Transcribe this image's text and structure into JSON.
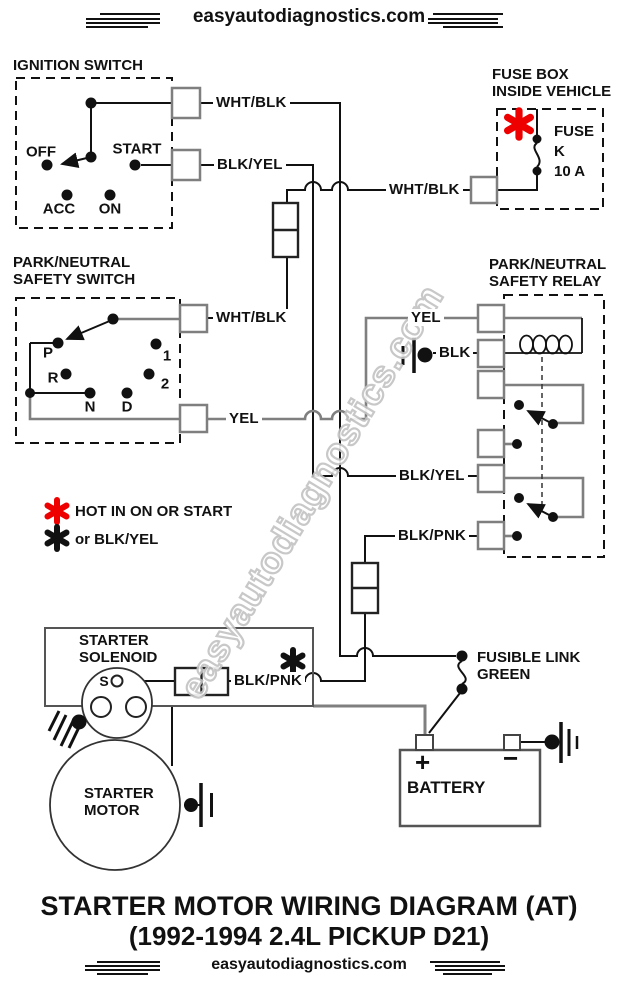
{
  "site": {
    "name": "easyautodiagnostics.com"
  },
  "watermark": {
    "text": "easyautodiagnostics.com"
  },
  "doc_title": {
    "line1": "STARTER MOTOR WIRING DIAGRAM (AT)",
    "line2": "(1992-1994 2.4L PICKUP D21)"
  },
  "ignition": {
    "title": "IGNITION SWITCH",
    "off": "OFF",
    "acc": "ACC",
    "on": "ON",
    "start": "START",
    "wire_whtblk": "WHT/BLK",
    "wire_blkyel": "BLK/YEL"
  },
  "fusebox": {
    "title1": "FUSE BOX",
    "title2": "INSIDE VEHICLE",
    "fuse1": "FUSE",
    "fuse2": "K",
    "fuse3": "10 A",
    "wire_whtblk": "WHT/BLK"
  },
  "pns": {
    "title1": "PARK/NEUTRAL",
    "title2": "SAFETY SWITCH",
    "p": "P",
    "r": "R",
    "n": "N",
    "d": "D",
    "g1": "1",
    "g2": "2",
    "wire_whtblk": "WHT/BLK",
    "wire_yel": "YEL"
  },
  "relay": {
    "title1": "PARK/NEUTRAL",
    "title2": "SAFETY RELAY",
    "wire_yel": "YEL",
    "wire_blk": "BLK",
    "wire_blkyel": "BLK/YEL",
    "wire_blkpnk": "BLK/PNK"
  },
  "legend": {
    "hot": "HOT IN ON OR START",
    "alt": "or BLK/YEL"
  },
  "solenoid": {
    "title1": "STARTER",
    "title2": "SOLENOID",
    "s": "S",
    "wire_blkpnk": "BLK/PNK"
  },
  "motor": {
    "title1": "STARTER",
    "title2": "MOTOR"
  },
  "battery": {
    "label": "BATTERY",
    "plus": "+",
    "minus": "−"
  },
  "fusible": {
    "line1": "FUSIBLE LINK",
    "line2": "GREEN"
  },
  "colors": {
    "hot": "#ee0000",
    "wire": "#111111",
    "gray_wire": "#7f7f7f",
    "connector": "#7f7f7f"
  }
}
